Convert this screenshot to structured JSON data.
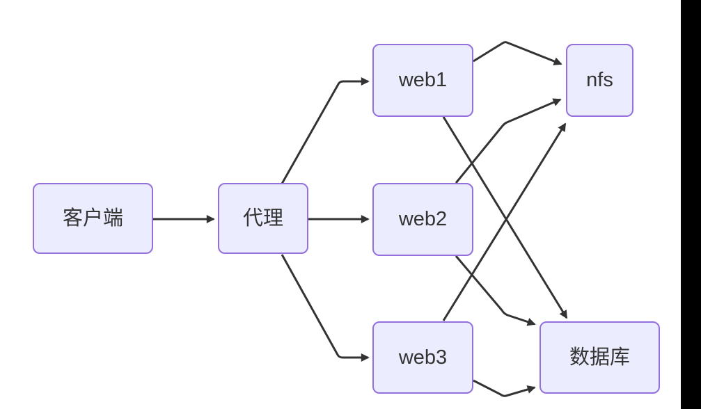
{
  "diagram": {
    "type": "flowchart",
    "direction": "left-to-right",
    "nodes": [
      {
        "id": "client",
        "label": "客户端"
      },
      {
        "id": "proxy",
        "label": "代理"
      },
      {
        "id": "web1",
        "label": "web1"
      },
      {
        "id": "web2",
        "label": "web2"
      },
      {
        "id": "web3",
        "label": "web3"
      },
      {
        "id": "nfs",
        "label": "nfs"
      },
      {
        "id": "db",
        "label": "数据库"
      }
    ],
    "edges": [
      {
        "from": "客户端",
        "to": "代理"
      },
      {
        "from": "代理",
        "to": "web1"
      },
      {
        "from": "代理",
        "to": "web2"
      },
      {
        "from": "代理",
        "to": "web3"
      },
      {
        "from": "web1",
        "to": "nfs"
      },
      {
        "from": "web1",
        "to": "数据库"
      },
      {
        "from": "web2",
        "to": "nfs"
      },
      {
        "from": "web2",
        "to": "数据库"
      },
      {
        "from": "web3",
        "to": "nfs"
      },
      {
        "from": "web3",
        "to": "数据库"
      }
    ]
  },
  "colors": {
    "node_fill": "#ECECFF",
    "node_border": "#9370DB",
    "edge": "#333333",
    "text": "#333333",
    "background": "#FFFFFF",
    "right_strip": "#000000"
  }
}
